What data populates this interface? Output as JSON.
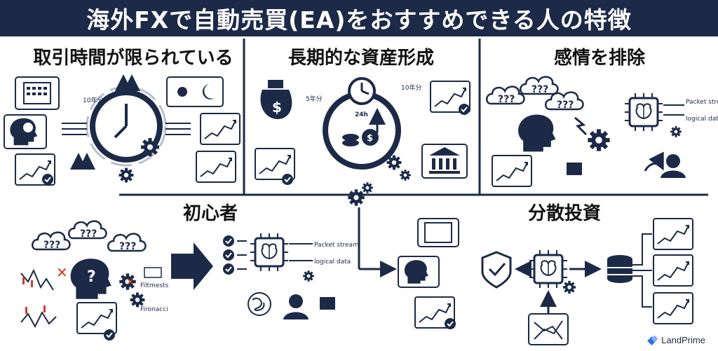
{
  "header": {
    "title": "海外FXで自動売買(EA)をおすすめできる人の特徴"
  },
  "panels": {
    "p1": {
      "title": "取引時間が限られている",
      "note": "10年分"
    },
    "p2": {
      "title": "長期的な資産形成",
      "note1": "10年分",
      "note2": "5年分",
      "clock_label": "24h"
    },
    "p3": {
      "title": "感情を排除",
      "label1": "Packet stream",
      "label2": "logical data"
    },
    "p4": {
      "title": "初心者",
      "label1": "Packet stream",
      "label2": "logical data",
      "note1": "Filtmests",
      "note2": "Fironacci"
    },
    "p5": {
      "title": "分散投資"
    }
  },
  "logo": {
    "text": "LandPrime"
  },
  "colors": {
    "navy": "#1c2a48",
    "alert": "#d33a2c",
    "white": "#ffffff"
  }
}
